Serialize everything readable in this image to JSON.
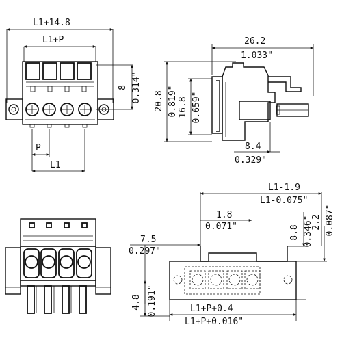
{
  "front_view": {
    "overall_width": "L1+14.8",
    "pin_span": "L1+P",
    "height_mm": "8",
    "height_in": "0.314\"",
    "pitch": "P",
    "length": "L1"
  },
  "side_view": {
    "depth_mm": "26.2",
    "depth_in": "1.033\"",
    "height_mm": "20.8",
    "height_in": "0.819\"",
    "inner_height_mm": "16.8",
    "inner_height_in": "0.659\"",
    "offset_mm": "8.4",
    "offset_in": "0.329\""
  },
  "top_view": {
    "span_mm": "L1-1.9",
    "span_in": "L1-0.075\"",
    "notch_mm": "1.8",
    "notch_in": "0.071\"",
    "left_mm": "7.5",
    "left_in": "0.297\"",
    "height_mm": "8.8",
    "height_in": "0.346\"",
    "flange_mm": "2.2",
    "flange_in": "0.087\"",
    "bottom_mm": "4.8",
    "bottom_in": "0.191\"",
    "width_mm": "L1+P+0.4",
    "width_in": "L1+P+0.016\""
  }
}
